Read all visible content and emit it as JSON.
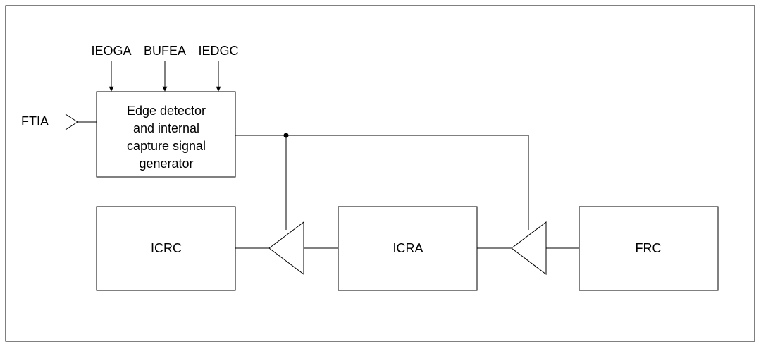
{
  "control_signals": [
    "IEOGA",
    "BUFEA",
    "IEDGC"
  ],
  "input_signal": "FTIA",
  "edge_detector_lines": [
    "Edge detector",
    "and internal",
    "capture signal",
    "generator"
  ],
  "registers": {
    "icrc": "ICRC",
    "icra": "ICRA",
    "frc": "FRC"
  },
  "colors": {
    "line": "#000000",
    "background": "#ffffff"
  }
}
